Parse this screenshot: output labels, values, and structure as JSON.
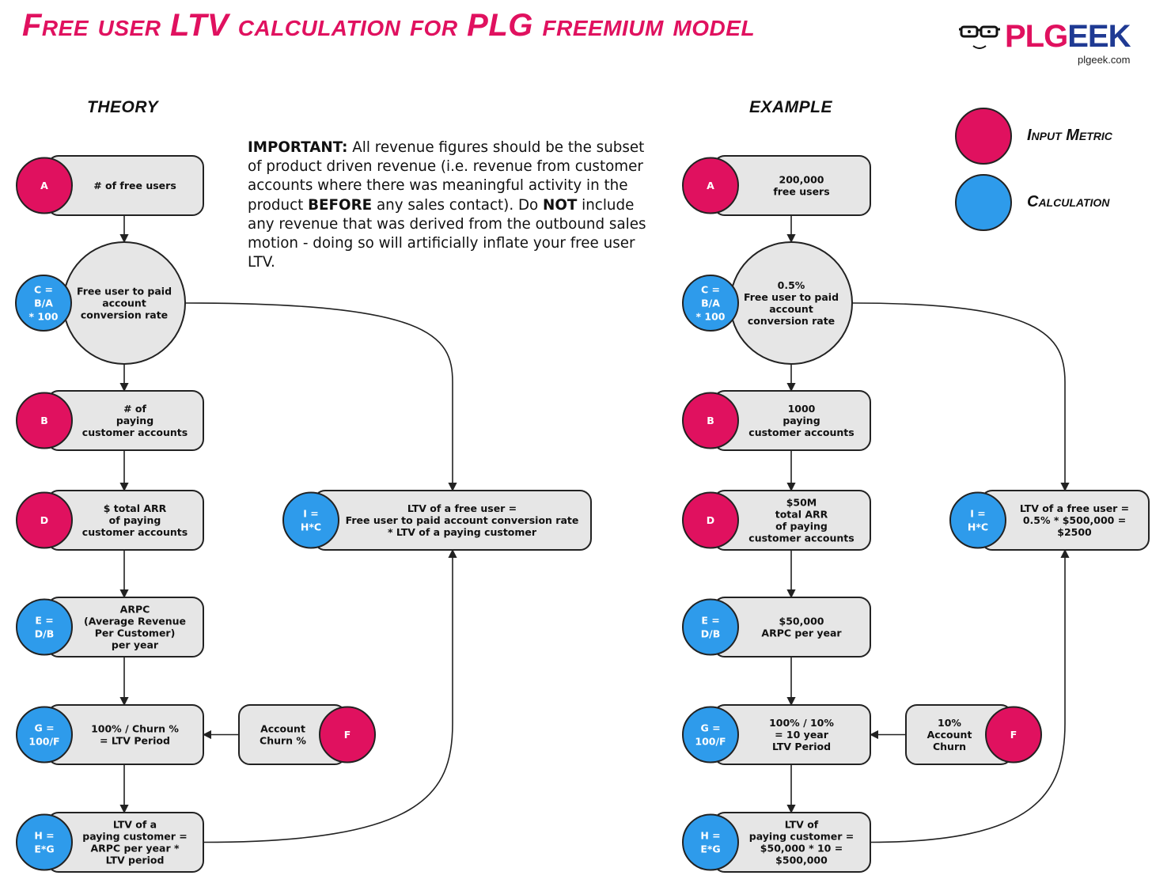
{
  "header": {
    "title": "Free user LTV calculation for PLG freemium model"
  },
  "logo": {
    "brand_pl": "PLG",
    "brand_geek": "EEK",
    "url": "plgeek.com"
  },
  "colors": {
    "input": "#E0115F",
    "calculation": "#2E9BEB",
    "node_fill": "#E6E6E6",
    "stroke": "#222222"
  },
  "legend": {
    "input_label": "Input Metric",
    "calc_label": "Calculation"
  },
  "theory": {
    "heading": "THEORY",
    "nodes": {
      "A": {
        "badge": [
          "A"
        ],
        "text": [
          "# of free users"
        ]
      },
      "C": {
        "badge": [
          "C =",
          "B/A",
          "* 100"
        ],
        "text": [
          "Free user to paid",
          "account",
          "conversion rate"
        ]
      },
      "B": {
        "badge": [
          "B"
        ],
        "text": [
          "# of",
          "paying",
          "customer accounts"
        ]
      },
      "D": {
        "badge": [
          "D"
        ],
        "text": [
          "$ total ARR",
          "of paying",
          "customer accounts"
        ]
      },
      "E": {
        "badge": [
          "E =",
          "D/B"
        ],
        "text": [
          "ARPC",
          "(Average Revenue",
          "Per Customer)",
          "per year"
        ]
      },
      "G": {
        "badge": [
          "G =",
          "100/F"
        ],
        "text": [
          "100% / Churn %",
          "= LTV Period"
        ]
      },
      "F": {
        "badge": [
          "F"
        ],
        "text": [
          "Account",
          "Churn %"
        ]
      },
      "H": {
        "badge": [
          "H =",
          "E*G"
        ],
        "text": [
          "LTV of a",
          "paying customer =",
          "ARPC per year *",
          "LTV period"
        ]
      },
      "I": {
        "badge": [
          "I =",
          "H*C"
        ],
        "text": [
          "LTV of a free user =",
          "Free user to paid account conversion rate",
          "* LTV of a paying customer"
        ]
      }
    }
  },
  "example": {
    "heading": "EXAMPLE",
    "nodes": {
      "A": {
        "badge": [
          "A"
        ],
        "text": [
          "200,000",
          "free users"
        ]
      },
      "C": {
        "badge": [
          "C =",
          "B/A",
          "* 100"
        ],
        "text": [
          "0.5%",
          "Free user to paid",
          "account",
          "conversion rate"
        ]
      },
      "B": {
        "badge": [
          "B"
        ],
        "text": [
          "1000",
          "paying",
          "customer accounts"
        ]
      },
      "D": {
        "badge": [
          "D"
        ],
        "text": [
          "$50M",
          "total ARR",
          "of paying",
          "customer accounts"
        ]
      },
      "E": {
        "badge": [
          "E =",
          "D/B"
        ],
        "text": [
          "$50,000",
          "ARPC per year"
        ]
      },
      "G": {
        "badge": [
          "G =",
          "100/F"
        ],
        "text": [
          "100% / 10%",
          "= 10 year",
          "LTV Period"
        ]
      },
      "F": {
        "badge": [
          "F"
        ],
        "text": [
          "10%",
          "Account",
          "Churn"
        ]
      },
      "H": {
        "badge": [
          "H =",
          "E*G"
        ],
        "text": [
          "LTV of",
          "paying customer =",
          "$50,000 * 10 =",
          "$500,000"
        ]
      },
      "I": {
        "badge": [
          "I =",
          "H*C"
        ],
        "text": [
          "LTV of a free user =",
          "0.5% * $500,000 =",
          "$2500"
        ]
      }
    }
  },
  "note": {
    "lead": "IMPORTANT:",
    "part1": " All revenue figures should be the subset of product driven revenue (i.e. revenue from customer accounts where there was meaningful activity in the product ",
    "before": "BEFORE",
    "part2": " any sales contact). Do ",
    "not": "NOT",
    "part3": " include any revenue that was derived from the outbound sales motion - doing so will artificially inflate your free user LTV."
  }
}
